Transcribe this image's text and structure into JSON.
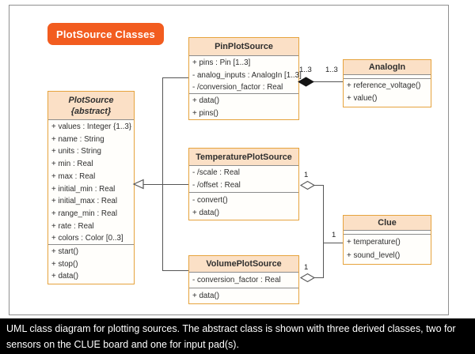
{
  "badge": {
    "label": "PlotSource Classes"
  },
  "caption": {
    "text": "UML class diagram for plotting sources. The abstract class is shown with three derived classes, two for sensors on the CLUE board and one for input pad(s)."
  },
  "colors": {
    "badge_bg": "#f25c1f",
    "box_border": "#e6a33d",
    "header_fill": "#fbe0c6",
    "connector_line": "#555555",
    "caption_bg": "#000000"
  },
  "classes": {
    "plotsource": {
      "name": "PlotSource",
      "stereotype": "{abstract}",
      "attributes": [
        "+ values : Integer {1..3}",
        "+ name : String",
        "+ units : String",
        "+ min : Real",
        "+ max : Real",
        "+ initial_min : Real",
        "+ initial_max : Real",
        "+ range_min : Real",
        "+ rate : Real",
        "+ colors : Color [0..3]"
      ],
      "methods": [
        "+ start()",
        "+ stop()",
        "+ data()"
      ]
    },
    "pinplotsource": {
      "name": "PinPlotSource",
      "attributes": [
        "+ pins : Pin [1..3]",
        "- analog_inputs : AnalogIn [1..3]",
        "- /conversion_factor : Real"
      ],
      "methods": [
        "+ data()",
        "+ pins()"
      ]
    },
    "analogin": {
      "name": "AnalogIn",
      "attributes": [],
      "methods": [
        "+ reference_voltage()",
        "+ value()"
      ]
    },
    "temperatureplotsource": {
      "name": "TemperaturePlotSource",
      "attributes": [
        "- /scale : Real",
        "- /offset : Real"
      ],
      "methods": [
        "- convert()",
        "+ data()"
      ]
    },
    "clue": {
      "name": "Clue",
      "attributes": [],
      "methods": [
        "+ temperature()",
        "+ sound_level()"
      ]
    },
    "volumeplotsource": {
      "name": "VolumePlotSource",
      "attributes": [
        "- conversion_factor : Real"
      ],
      "methods": [
        "+ data()"
      ]
    }
  },
  "relationships": {
    "generalization": {
      "type": "inheritance",
      "parent": "PlotSource",
      "children": [
        "PinPlotSource",
        "TemperaturePlotSource",
        "VolumePlotSource"
      ]
    },
    "pin_analogin": {
      "type": "composition",
      "near_multiplicity": "1..3",
      "far_multiplicity": "1..3"
    },
    "temp_clue": {
      "type": "aggregation",
      "near_multiplicity": "1",
      "far_multiplicity": "1"
    },
    "volume_clue": {
      "type": "aggregation",
      "near_multiplicity": "1"
    }
  }
}
